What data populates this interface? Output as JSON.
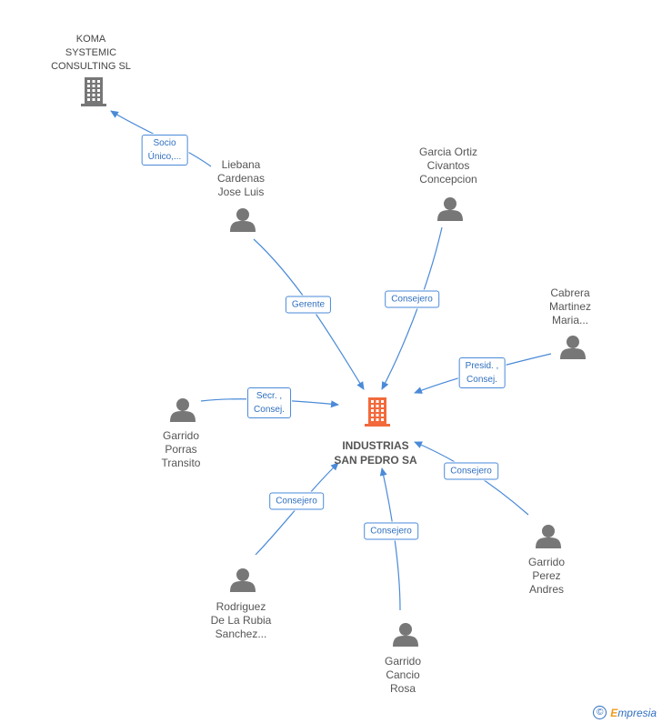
{
  "colors": {
    "edge": "#4a8ad8",
    "person_icon": "#777777",
    "company_icon": "#777777",
    "center_icon": "#f26a3b"
  },
  "center": {
    "label": "INDUSTRIAS\nSAN PEDRO SA",
    "icon": "building-icon"
  },
  "companies": [
    {
      "id": "koma",
      "label": "KOMA\nSYSTEMIC\nCONSULTING SL",
      "icon": "building-icon"
    }
  ],
  "people": [
    {
      "id": "liebana",
      "label": "Liebana\nCardenas\nJose Luis",
      "icon": "person-icon"
    },
    {
      "id": "garcia",
      "label": "Garcia Ortiz\nCivantos\nConcepcion",
      "icon": "person-icon"
    },
    {
      "id": "cabrera",
      "label": "Cabrera\nMartinez\nMaria...",
      "icon": "person-icon"
    },
    {
      "id": "porras",
      "label": "Garrido\nPorras\nTransito",
      "icon": "person-icon"
    },
    {
      "id": "perez",
      "label": "Garrido\nPerez\nAndres",
      "icon": "person-icon"
    },
    {
      "id": "rodriguez",
      "label": "Rodriguez\nDe La Rubia\nSanchez...",
      "icon": "person-icon"
    },
    {
      "id": "cancio",
      "label": "Garrido\nCancio\nRosa",
      "icon": "person-icon"
    }
  ],
  "edges": [
    {
      "from": "liebana",
      "to": "koma",
      "label": "Socio\nÚnico,..."
    },
    {
      "from": "liebana",
      "to": "center",
      "label": "Gerente"
    },
    {
      "from": "garcia",
      "to": "center",
      "label": "Consejero"
    },
    {
      "from": "cabrera",
      "to": "center",
      "label": "Presid. ,\nConsej."
    },
    {
      "from": "porras",
      "to": "center",
      "label": "Secr. ,\nConsej."
    },
    {
      "from": "perez",
      "to": "center",
      "label": "Consejero"
    },
    {
      "from": "rodriguez",
      "to": "center",
      "label": "Consejero"
    },
    {
      "from": "cancio",
      "to": "center",
      "label": "Consejero"
    }
  ],
  "footer": {
    "copyright_symbol": "©",
    "brand_initial": "E",
    "brand_rest": "mpresia"
  }
}
